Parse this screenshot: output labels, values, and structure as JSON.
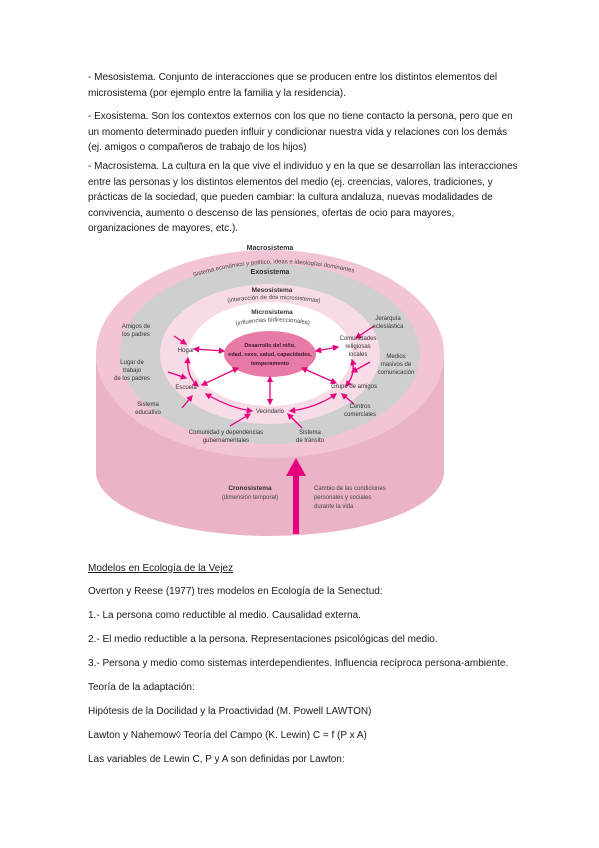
{
  "paragraphs": {
    "meso": "- Mesosistema. Conjunto de interacciones que se producen entre los distintos elementos del microsistema (por ejemplo entre la familia y la residencia).",
    "exo": "- Exosistema. Son los contextos externos con los que no tiene contacto la persona, pero que en un momento determinado pueden influir y condicionar nuestra vida y relaciones con los demás (ej. amigos o compañeros de trabajo de los hijos)",
    "macro": "- Macrosistema. La cultura en la que vive el individuo y en la que se desarrollan las interacciones entre las personas y los distintos elementos del medio (ej. creencias, valores, tradiciones, y prácticas de la sociedad, que pueden cambiar: la cultura andaluza, nuevas modalidades de convivencia, aumento o descenso de las pensiones, ofertas de ocio para mayores, organizaciones de mayores, etc.)."
  },
  "figure": {
    "macro_title": "Macrosistema",
    "macro_sub": "Sistema económico y político, ideas e ideologías dominantes",
    "exo_title": "Exosistema",
    "meso_title": "Mesosistema",
    "meso_sub": "(interacción de dos microsistemas)",
    "micro_title": "Microsistema",
    "micro_sub": "(influencias bidireccionales)",
    "center": [
      "Desarrollo del niño,",
      "edad, sexo, salud, capacidades,",
      "temperamento"
    ],
    "hogar": "Hogar",
    "escuela": "Escuela",
    "vecindario": "Vecindario",
    "grupo": "Grupo de amigos",
    "comunidades": [
      "Comunidades",
      "religiosas",
      "locales"
    ],
    "amigos_padres": [
      "Amigos de",
      "los padres"
    ],
    "lugar_trabajo": [
      "Lugar de",
      "trabajo",
      "de los padres"
    ],
    "sistema_educativo": [
      "Sistema",
      "educativo"
    ],
    "comunidad_dep": [
      "Comunidad y dependencias",
      "gubernamentales"
    ],
    "sistema_transito": [
      "Sistema",
      "de tránsito"
    ],
    "centros": [
      "Centros",
      "comerciales"
    ],
    "medios": [
      "Medios",
      "masivos de",
      "comunicación"
    ],
    "jerarquia": [
      "Jerarquía",
      "eclesiástica"
    ],
    "crono_title": "Cronosistema",
    "crono_sub": "(dimensión temporal)",
    "crono_desc": [
      "Cambio de las condiciones",
      "personales y sociales",
      "durante la vida"
    ],
    "colors": {
      "outer_pink": "#f2c4d6",
      "outer_side": "#eab3c8",
      "grey_ring": "#cfcfcf",
      "light_pink": "#f7dbe6",
      "center": "#e87aa8",
      "magenta": "#e6007e"
    }
  },
  "models": {
    "heading": "Modelos en Ecología de la Vejez",
    "line1": "Overton y Reese (1977) tres modelos en Ecología de la Senectud:",
    "line2": "1.- La persona como reductible al medio. Causalidad externa.",
    "line3": "2.- El medio reductible a la persona. Representaciones psicológicas del medio.",
    "line4": "3.- Persona y medio como sistemas interdependientes. Influencia recíproca persona-ambiente.",
    "line5": "Teoría de la adaptación:",
    "line6": "Hipótesis de la Docilidad y la Proactividad (M. Powell LAWTON)",
    "line7": "Lawton y Nahemow◊ Teoría del Campo (K. Lewin) C = f (P x A)",
    "line8": "Las variables de Lewin C, P y A son definidas por Lawton:"
  }
}
